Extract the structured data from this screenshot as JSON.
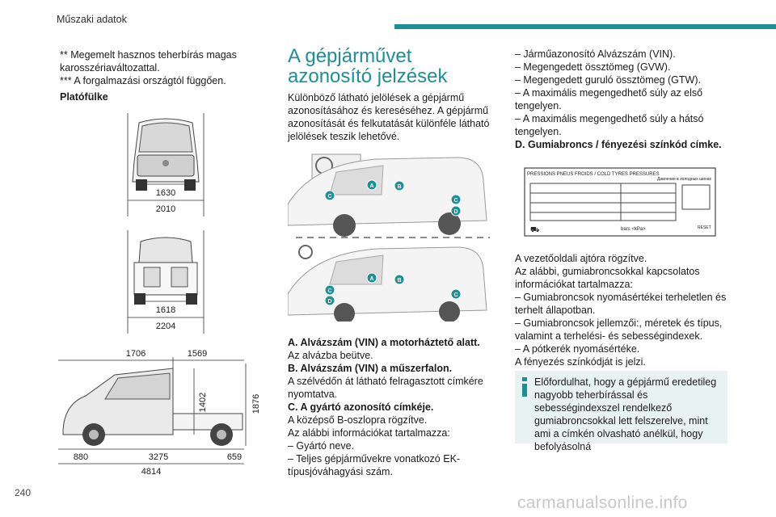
{
  "header": {
    "section_title": "Műszaki adatok",
    "accent": "#1d8f96"
  },
  "col1": {
    "note1": "** Megemelt hasznos teherbírás magas karosszériaváltozattal.",
    "note2": "*** A forgalmazási országtól függően.",
    "heading": "Platófülke",
    "diag1": {
      "dim_top": "1630",
      "dim_bottom": "2010"
    },
    "diag2": {
      "dim_top": "1618",
      "dim_bottom": "2204"
    },
    "diag3": {
      "dim_top_left": "1706",
      "dim_top_right": "1569",
      "dim_height_cab": "1402",
      "dim_height_total": "1876",
      "dim_front": "880",
      "dim_wheelbase": "3275",
      "dim_rear": "659",
      "dim_total": "4814"
    }
  },
  "col2": {
    "title": "A gépjárművet azonosító jelzések",
    "intro": "Különböző látható jelölések a gépjármű azonosításához és kereséséhez. A gépjármű azonosítását és felkutatását különféle látható jelölések teszik lehetővé.",
    "markers": [
      "A",
      "B",
      "C",
      "D"
    ],
    "a_title": "A. Alvázszám (VIN) a motorháztető alatt.",
    "a_text": "Az alvázba beütve.",
    "b_title": "B. Alvázszám (VIN) a műszerfalon.",
    "b_text": "A szélvédőn át látható felragasztott címkére nyomtatva.",
    "c_title": "C. A gyártó azonosító címkéje.",
    "c_text1": "A középső B-oszlopra rögzítve.",
    "c_text2": "Az alábbi információkat tartalmazza:",
    "c_item1": "– Gyártó neve.",
    "c_item2": "– Teljes gépjárművekre vonatkozó EK-típusjóváhagyási szám."
  },
  "col3": {
    "items": [
      "– Járműazonosító Alvázszám (VIN).",
      "– Megengedett össztömeg (GVW).",
      "– Megengedett guruló össztömeg (GTW).",
      "– A maximális megengedhető súly az első tengelyen.",
      "– A maximális megengedhető súly a hátsó tengelyen."
    ],
    "d_title": "D. Gumiabroncs / fényezési színkód címke.",
    "label": {
      "header_fr_en": "PRESSIONS PNEUS FROIDS / COLD TYRES PRESSURES",
      "header_ru": "Давление в холодных шинах",
      "units": "bars <kPa>",
      "reset": "RESET"
    },
    "p1": "A vezetőoldali ajtóra rögzítve.",
    "p2": "Az alábbi, gumiabroncsokkal kapcsolatos információkat tartalmazza:",
    "p3": "– Gumiabroncsok nyomásértékei terheletlen és terhelt állapotban.",
    "p4": "– Gumiabroncsok jellemzői:, méretek és típus, valamint a terhelési- és sebességindexek.",
    "p5": "– A pótkerék nyomásértéke.",
    "p6": "A fényezés színkódját is jelzi.",
    "info": "Előfordulhat, hogy a gépjármű eredetileg nagyobb teherbírással és sebességindexszel rendelkező gumiabroncsokkal lett felszerelve, mint ami a címkén olvasható anélkül, hogy befolyásolná"
  },
  "footer": {
    "page_number": "240",
    "watermark": "carmanualsonline.info"
  }
}
